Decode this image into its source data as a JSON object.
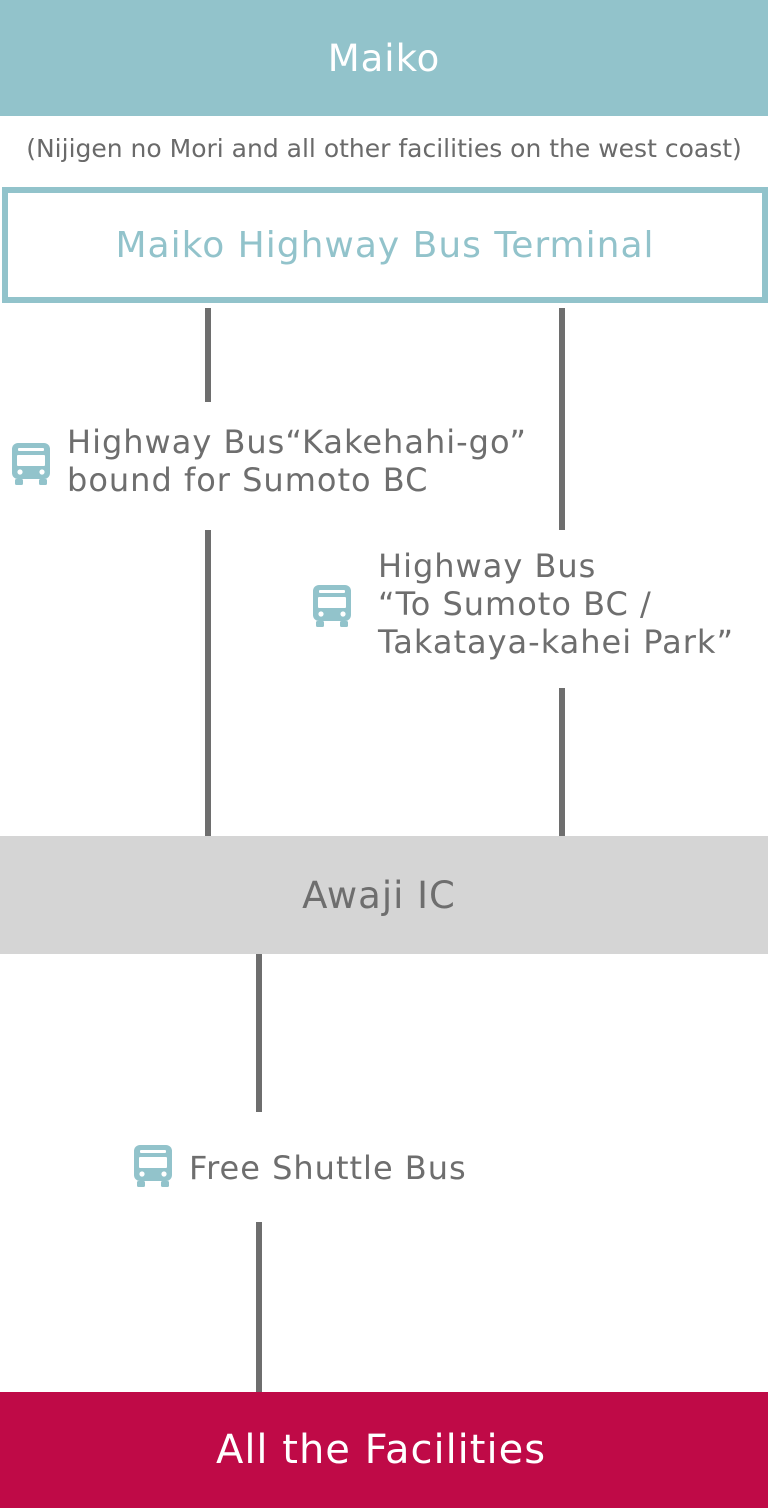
{
  "origin": {
    "title": "Maiko",
    "subtitle": "(Nijigen no Mori and all other facilities on the west coast)"
  },
  "terminal": {
    "label": "Maiko Highway Bus Terminal"
  },
  "routes": {
    "kakehahi": {
      "icon": "bus-icon",
      "line1": "Highway Bus“Kakehahi-go”",
      "line2": "bound for Sumoto BC"
    },
    "sumoto_takataya": {
      "icon": "bus-icon",
      "line1": "Highway Bus",
      "line2": "“To Sumoto BC /",
      "line3": "Takataya-kahei Park”"
    },
    "shuttle": {
      "icon": "bus-icon",
      "label": "Free Shuttle Bus"
    }
  },
  "transfer": {
    "label": "Awaji IC"
  },
  "destination": {
    "label": "All the Facilities"
  },
  "colors": {
    "origin_band": "#92c3cb",
    "terminal_border": "#92c3cb",
    "transfer_band": "#d5d5d5",
    "destination_band": "#bf0a47",
    "connector_line": "#6e6e6e",
    "bus_icon": "#92c3cb"
  }
}
